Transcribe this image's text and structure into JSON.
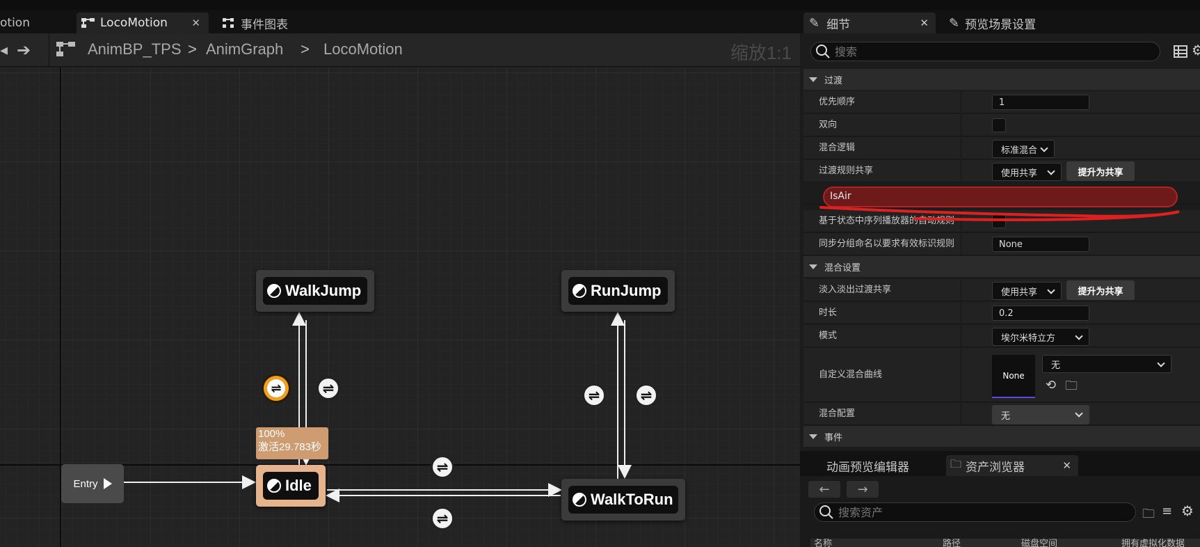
{
  "graph_tabs": [
    {
      "label": "otion"
    },
    {
      "label": "LocoMotion"
    },
    {
      "label": "事件图表"
    }
  ],
  "breadcrumb": {
    "items": [
      "AnimBP_TPS",
      "AnimGraph",
      "LocoMotion"
    ],
    "zoom": "缩放1:1"
  },
  "states": {
    "walkjump": "WalkJump",
    "runjump": "RunJump",
    "idle": "Idle",
    "walktorun": "WalkToRun",
    "entry": "Entry"
  },
  "idle_tooltip": {
    "percent": "100%",
    "active": "激活29.783秒"
  },
  "details": {
    "tabs": [
      "细节",
      "预览场景设置"
    ],
    "search_placeholder": "搜索",
    "sections": {
      "transition": "过渡",
      "blend": "混合设置",
      "events": "事件"
    },
    "rows": {
      "priority_label": "优先顺序",
      "priority_value": "1",
      "bidirectional_label": "双向",
      "blend_logic_label": "混合逻辑",
      "blend_logic_value": "标准混合",
      "rule_share_label": "过渡规则共享",
      "rule_share_value": "使用共享",
      "promote_label": "提升为共享",
      "isair": "IsAir",
      "auto_rule_label": "基于状态中序列播放器的自动规则",
      "sync_label": "同步分组命名以要求有效标识规则",
      "sync_value": "None",
      "crossfade_label": "淡入淡出过渡共享",
      "crossfade_value": "使用共享",
      "crossfade_promote": "提升为共享",
      "duration_label": "时长",
      "duration_value": "0.2",
      "mode_label": "模式",
      "mode_value": "埃尔米特立方",
      "curve_label": "自定义混合曲线",
      "curve_thumb": "None",
      "curve_value": "无",
      "profile_label": "混合配置",
      "profile_value": "无"
    }
  },
  "content_browser": {
    "tabs": [
      "动画预览编辑器",
      "资产浏览器"
    ],
    "search_placeholder": "搜索资产",
    "columns": [
      "名称",
      "路径",
      "磁盘空间",
      "拥有虚拟化数据"
    ]
  },
  "colors": {
    "accent_selected": "#f0a020",
    "active_state": "#e6b48c",
    "isair_bg": "#6e1a1a",
    "scribble": "#e02020"
  }
}
